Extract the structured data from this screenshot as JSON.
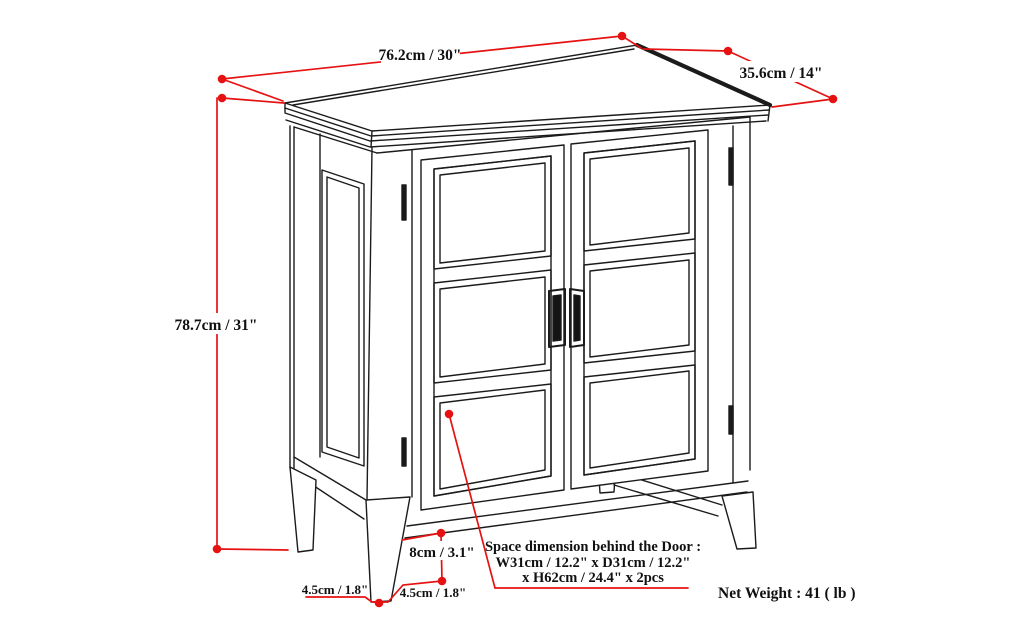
{
  "title": "Two-door storage cabinet dimension diagram",
  "colors": {
    "line": "#1b1b1b",
    "accent": "#e61212",
    "background": "#ffffff"
  },
  "labels": {
    "top_width": "76.2cm / 30\"",
    "top_depth": "35.6cm / 14\"",
    "height": "78.7cm / 31\"",
    "clearance": "8cm / 3.1\"",
    "foot_left": "4.5cm / 1.8\"",
    "foot_right": "4.5cm / 1.8\"",
    "space_note_line1": "Space dimension behind the Door  :",
    "space_note_line2": "W31cm / 12.2\" x D31cm / 12.2\"",
    "space_note_line3": "x H62cm / 24.4\" x 2pcs",
    "net_weight": "Net Weight : 41 ( lb )"
  }
}
